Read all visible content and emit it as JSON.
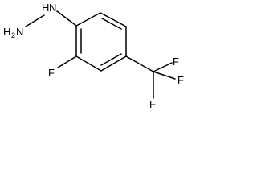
{
  "molecule": {
    "labels": {
      "hydrazine_nh": "H",
      "hydrazine_n": "N",
      "amine_h2_h": "H",
      "amine_h2_sub": "2",
      "amine_n": "N",
      "fluoro": "F",
      "cf3_f_top": "F",
      "cf3_f_right": "F",
      "cf3_f_bottom": "F"
    }
  }
}
